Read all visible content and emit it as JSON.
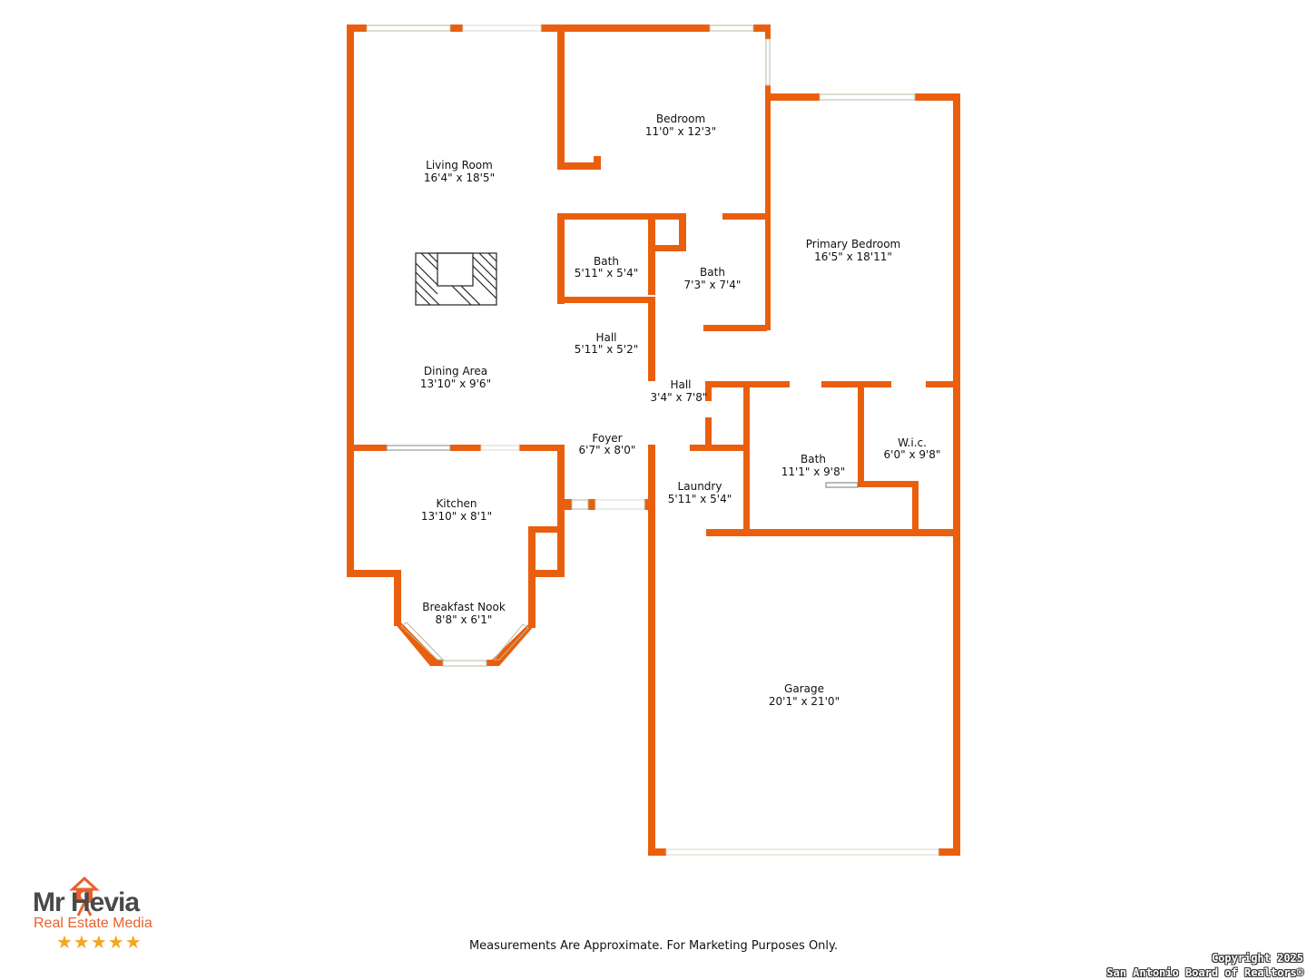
{
  "rooms": {
    "living_room": {
      "name": "Living Room",
      "dims": "16'4\" x 18'5\""
    },
    "bedroom": {
      "name": "Bedroom",
      "dims": "11'0\" x 12'3\""
    },
    "primary_bedroom": {
      "name": "Primary Bedroom",
      "dims": "16'5\" x 18'11\""
    },
    "bath_hall": {
      "name": "Bath",
      "dims": "5'11\" x 5'4\""
    },
    "bath_jack": {
      "name": "Bath",
      "dims": "7'3\" x 7'4\""
    },
    "hall_small": {
      "name": "Hall",
      "dims": "5'11\" x 5'2\""
    },
    "hall_center": {
      "name": "Hall",
      "dims": "3'4\" x 7'8\""
    },
    "dining": {
      "name": "Dining Area",
      "dims": "13'10\" x 9'6\""
    },
    "foyer": {
      "name": "Foyer",
      "dims": "6'7\" x 8'0\""
    },
    "bath_primary": {
      "name": "Bath",
      "dims": "11'1\" x 9'8\""
    },
    "wic": {
      "name": "W.i.c.",
      "dims": "6'0\" x 9'8\""
    },
    "kitchen": {
      "name": "Kitchen",
      "dims": "13'10\" x 8'1\""
    },
    "laundry": {
      "name": "Laundry",
      "dims": "5'11\" x 5'4\""
    },
    "breakfast_nook": {
      "name": "Breakfast Nook",
      "dims": "8'8\" x 6'1\""
    },
    "garage": {
      "name": "Garage",
      "dims": "20'1\" x 21'0\""
    }
  },
  "logo": {
    "line1": "Mr Hevia",
    "line2": "Real Estate Media",
    "stars": "★★★★★"
  },
  "disclaimer": "Measurements Are Approximate. For Marketing Purposes Only.",
  "copyright": {
    "line1": "Copyright 2025",
    "line2": "San Antonio Board of Realtors®"
  },
  "colors": {
    "wall": "#ea5f0e",
    "text": "#111111",
    "star": "#f5a623"
  }
}
